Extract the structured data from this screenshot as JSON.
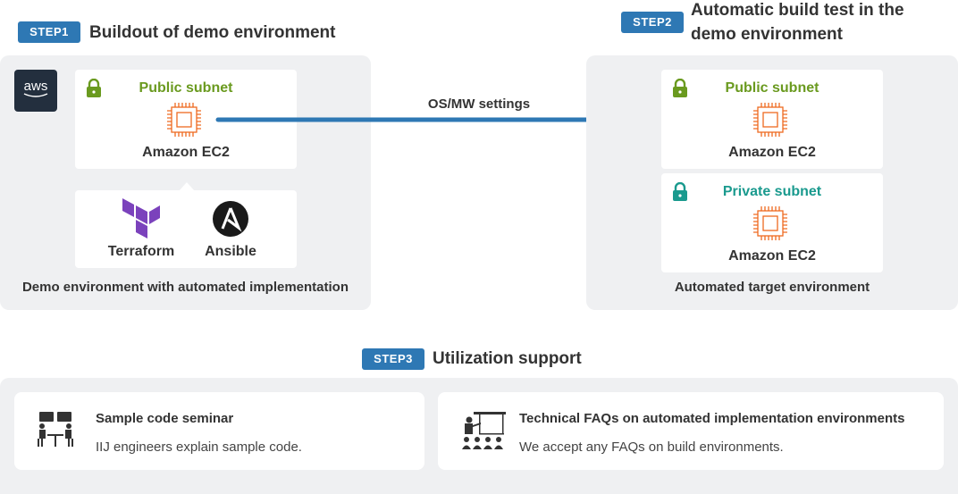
{
  "step1": {
    "badge": "STEP1",
    "title": "Buildout of demo environment",
    "aws_logo": "aws",
    "card": {
      "subnet": "Public subnet",
      "service": "Amazon EC2"
    },
    "tools": [
      "Terraform",
      "Ansible"
    ],
    "caption": "Demo environment with automated implementation"
  },
  "arrow_label": "OS/MW settings",
  "step2": {
    "badge": "STEP2",
    "title_line1": "Automatic build test in the",
    "title_line2": "demo environment",
    "cards": [
      {
        "subnet": "Public subnet",
        "service": "Amazon EC2"
      },
      {
        "subnet": "Private subnet",
        "service": "Amazon EC2"
      }
    ],
    "caption": "Automated target environment"
  },
  "step3": {
    "badge": "STEP3",
    "title": "Utilization support",
    "items": [
      {
        "title": "Sample code seminar",
        "desc": "IIJ engineers explain sample code.",
        "icon": "meeting-icon"
      },
      {
        "title": "Technical FAQs on automated implementation environments",
        "desc": "We accept any FAQs on build environments.",
        "icon": "presentation-icon"
      }
    ]
  },
  "colors": {
    "accent": "#2e78b4",
    "public": "#6a9a1f",
    "private": "#1a9a8e",
    "ec2": "#e8601c",
    "terraform": "#7b42bc"
  }
}
